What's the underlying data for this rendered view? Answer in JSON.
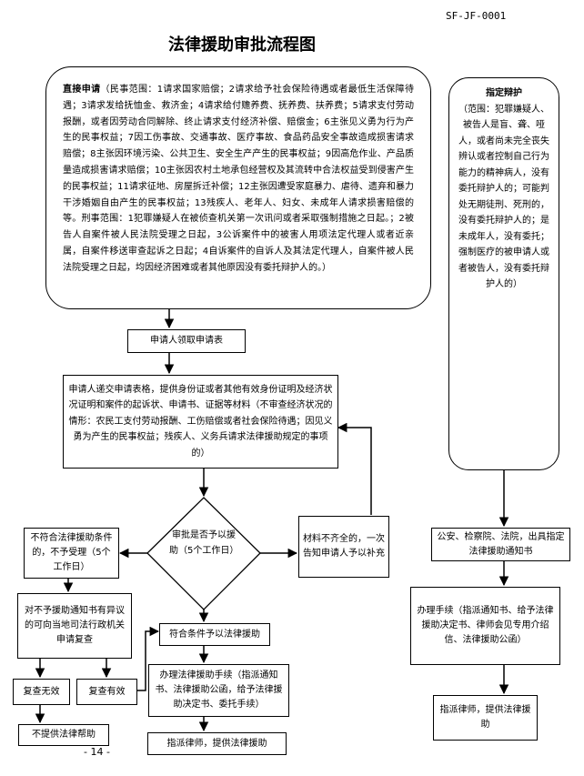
{
  "header": {
    "doc_code": "SF-JF-0001",
    "title": "法律援助审批流程图",
    "page_number": "- 14 -"
  },
  "direct_application": {
    "heading": "直接申请",
    "body": "（民事范围：1请求国家赔偿；2请求给予社会保险待遇或者最低生活保障待遇；3请求发给抚恤金、救济金；4请求给付赡养费、抚养费、扶养费；5请求支付劳动报酬，或者因劳动合同解除、终止请求支付经济补偿、赔偿金；6主张见义勇为行为产生的民事权益；7因工伤事故、交通事故、医疗事故、食品药品安全事故造成损害请求赔偿；8主张因环境污染、公共卫生、安全生产产生的民事权益；9因高危作业、产品质量造成损害请求赔偿；10主张因农村土地承包经营权及其流转中合法权益受到侵害产生的民事权益；11请求征地、房屋拆迁补偿；12主张因遭受家庭暴力、虐待、遗弃和暴力干涉婚姻自由产生的民事权益；13残疾人、老年人、妇女、未成年人请求损害赔偿的等。刑事范围：1犯罪嫌疑人在被侦查机关第一次讯问或者采取强制措施之日起。；2被告人自案件被人民法院受理之日起，3公诉案件中的被害人用项法定代理人或者近亲属，自案件移送审查起诉之日起；4自诉案件的自诉人及其法定代理人，自案件被人民法院受理之日起，均因经济困难或者其他原因没有委托辩护人的。）"
  },
  "designated_defense": {
    "heading": "指定辩护",
    "body": "（范围：犯罪嫌疑人、被告人是盲、聋、哑人，或者尚未完全丧失辨认或者控制自己行为能力的精神病人，没有委托辩护人的；可能判处无期徒刑、死刑的，没有委托辩护人的；是未成年人，没有委托；强制医疗的被申请人或者被告人，没有委托辩护人的）"
  },
  "steps": {
    "get_form": "申请人领取申请表",
    "submit_form": "申请人递交申请表格，提供身份证或者其他有效身份证明及经济状况证明和案件的起诉状、申请书、证据等材料（不审查经济状况的情形：农民工支付劳动报酬、工伤赔偿或者社会保险待遇；因见义勇为产生的民事权益；残疾人、义务兵请求法律援助规定的事项的）",
    "review_decision": "审批是否予以援助（5个工作日）",
    "incomplete_materials": "材料不齐全的，一次告知申请人予以补充",
    "not_eligible": "不符合法律援助条件的，不予受理（5个工作日）",
    "objection": "对不予援助通知书有异议的可向当地司法行政机关申请复查",
    "review_invalid": "复查无效",
    "review_valid": "复查有效",
    "no_aid": "不提供法律帮助",
    "eligible": "符合条件予以法律援助",
    "handle_procedures": "办理法律援助手续（指派通知书、法律援助公函，给予法律援助决定书、委托手续）",
    "assign_lawyer": "指派律师，提供法律援助",
    "court_notice": "公安、检察院、法院，出具指定法律援助通知书",
    "side_procedures": "办理手续（指派通知书、给予法律援助决定书、律师会见专用介绍信、法律援助公函）",
    "side_assign": "指派律师，提供法律援助"
  }
}
